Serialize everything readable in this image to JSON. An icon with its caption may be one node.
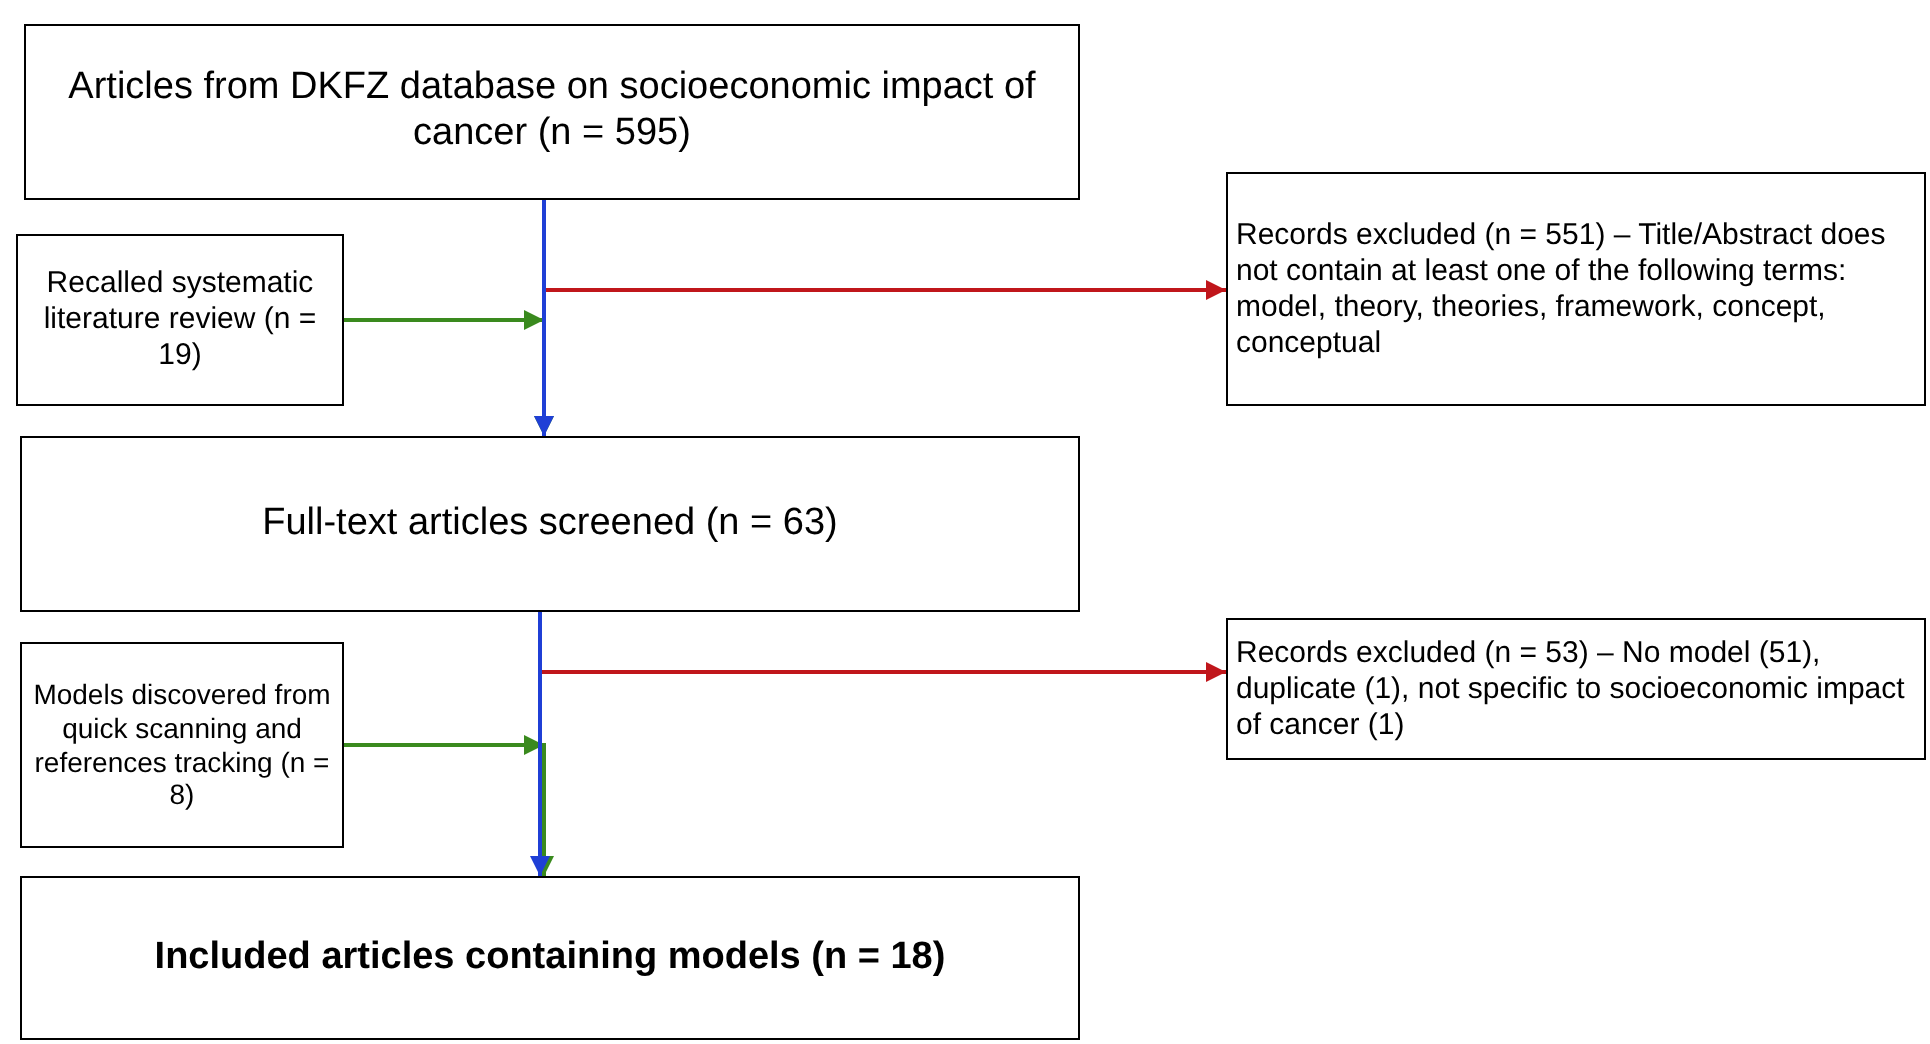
{
  "diagram": {
    "nodes": [
      {
        "text": [
          "Articles from DKFZ database on socioeconomic impact of cancer (n = 595)"
        ]
      },
      {
        "text": [
          "Recalled systematic literature review (n = 19)"
        ]
      },
      {
        "text": [
          "Records excluded (n = 551) – Title/Abstract does not contain at least one of the following terms: model, theory, theories, framework, concept, conceptual"
        ]
      },
      {
        "text": [
          "Full-text articles screened (n = 63)"
        ]
      },
      {
        "text": [
          "Models discovered from quick scanning and references tracking (n = 8)"
        ]
      },
      {
        "text": [
          "Records excluded (n = 53) – No model (51), duplicate (1), not specific to socioeconomic impact of cancer (1)"
        ]
      },
      {
        "text": [
          "Included articles containing models (n = 18)"
        ]
      }
    ],
    "edges": [
      {
        "from": 0,
        "to": 3,
        "arrow": "to",
        "color": "#1f3fd6"
      },
      {
        "from": 1,
        "to": 3,
        "arrow": "to",
        "color": "#3a8a1e"
      },
      {
        "from": 0,
        "to": 2,
        "arrow": "to",
        "color": "#c0161b"
      },
      {
        "from": 3,
        "to": 6,
        "arrow": "to",
        "color": "#1f3fd6"
      },
      {
        "from": 4,
        "to": 6,
        "arrow": "to",
        "color": "#3a8a1e"
      },
      {
        "from": 3,
        "to": 5,
        "arrow": "to",
        "color": "#c0161b"
      }
    ]
  }
}
